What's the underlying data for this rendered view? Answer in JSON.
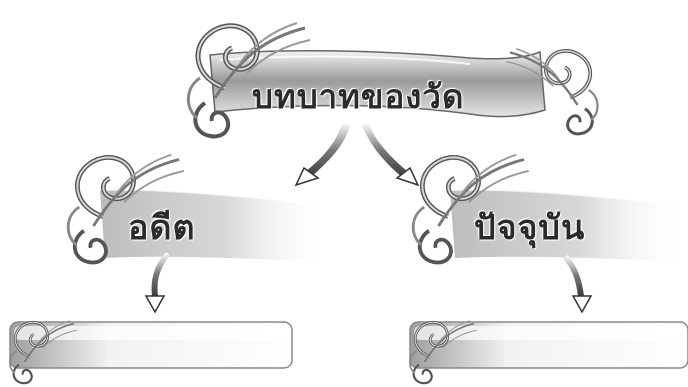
{
  "title": "บทบาทของวัด",
  "branches": [
    {
      "label": "อดีต"
    },
    {
      "label": "ปัจจุบัน"
    }
  ],
  "colors": {
    "banner_dark": "#8a8a8a",
    "banner_light": "#ffffff",
    "ornament": "#6f6f6f",
    "text": "#2a2a2a"
  }
}
